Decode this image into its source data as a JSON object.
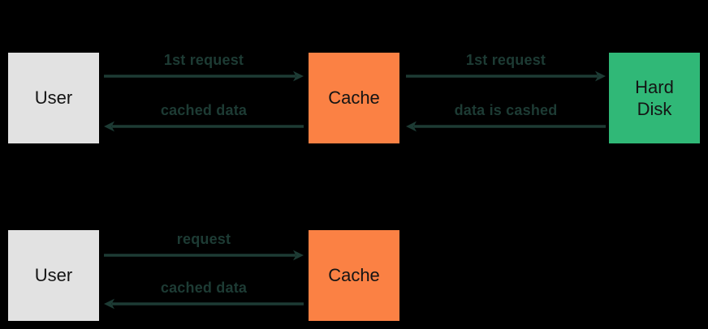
{
  "colors": {
    "background": "#000000",
    "user_box": "#E2E2E2",
    "cache_box": "#FB8144",
    "hard_disk_box": "#30B877",
    "arrow_and_label_text": "#1D3B34",
    "box_label_text": "#141414"
  },
  "diagram": {
    "type": "cache-architecture-flow",
    "first_request_flow": {
      "user": "User",
      "cache": "Cache",
      "hard_disk": "Hard Disk",
      "arrows": {
        "user_to_cache": "1st request",
        "cache_to_user": "cached data",
        "cache_to_hard_disk": "1st request",
        "hard_disk_to_cache": "data is cashed"
      }
    },
    "subsequent_request_flow": {
      "user": "User",
      "cache": "Cache",
      "arrows": {
        "user_to_cache": "request",
        "cache_to_user": "cached data"
      }
    }
  }
}
